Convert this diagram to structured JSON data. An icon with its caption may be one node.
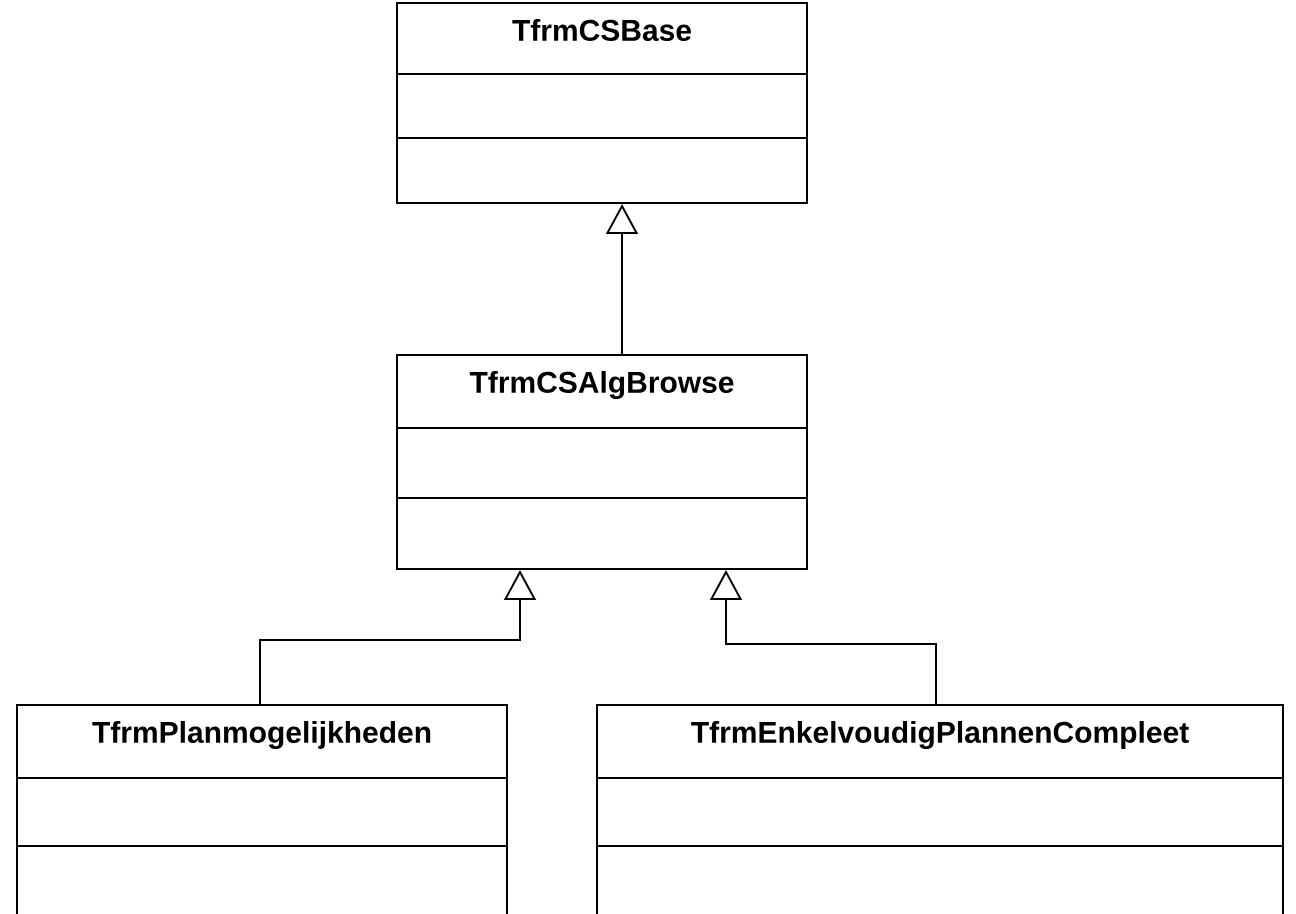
{
  "diagram": {
    "nodes": [
      {
        "text": [
          "TfrmCSBase"
        ]
      },
      {
        "text": [
          "TfrmCSAlgBrowse"
        ]
      },
      {
        "text": [
          "TfrmPlanmogelijkheden"
        ]
      },
      {
        "text": [
          "TfrmEnkelvoudigPlannenCompleet"
        ]
      }
    ],
    "edges": [
      {
        "from": 1,
        "to": 0,
        "arrow": "to"
      },
      {
        "from": 2,
        "to": 1,
        "arrow": "to"
      },
      {
        "from": 3,
        "to": 1,
        "arrow": "to"
      }
    ]
  }
}
